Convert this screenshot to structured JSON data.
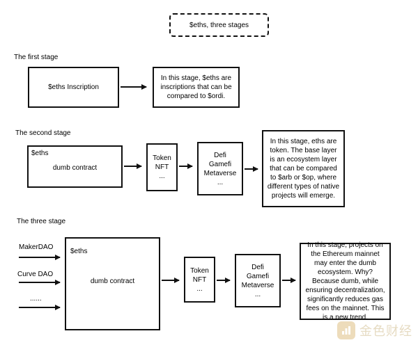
{
  "title": "$eths, three stages",
  "stage1": {
    "heading": "The first stage",
    "box_label": "$eths  Inscription",
    "desc": "In this stage, $eths are inscriptions that can be compared to $ordi."
  },
  "stage2": {
    "heading": "The second stage",
    "main_top": "$eths",
    "main_label": "dumb contract",
    "token_box": "Token\nNFT\n...",
    "defi_box": "Defi\nGamefi\nMetaverse\n...",
    "desc": "In this stage, eths are token. The base layer is an ecosystem layer that can be compared to $arb or $op, where different types of native projects will emerge."
  },
  "stage3": {
    "heading": "The three stage",
    "inputs": [
      "MakerDAO",
      "Curve DAO",
      "......"
    ],
    "main_top": "$eths",
    "main_label": "dumb contract",
    "token_box": "Token\nNFT\n...",
    "defi_box": "Defi\nGamefi\nMetaverse\n...",
    "desc": "In this stage, projects on the Ethereum mainnet may enter the dumb ecosystem. Why? Because dumb, while ensuring decentralization, significantly reduces gas fees on the mainnet. This is a new trend."
  },
  "watermark": {
    "text": "金色财经",
    "icon": "golden-finance-logo-icon"
  }
}
